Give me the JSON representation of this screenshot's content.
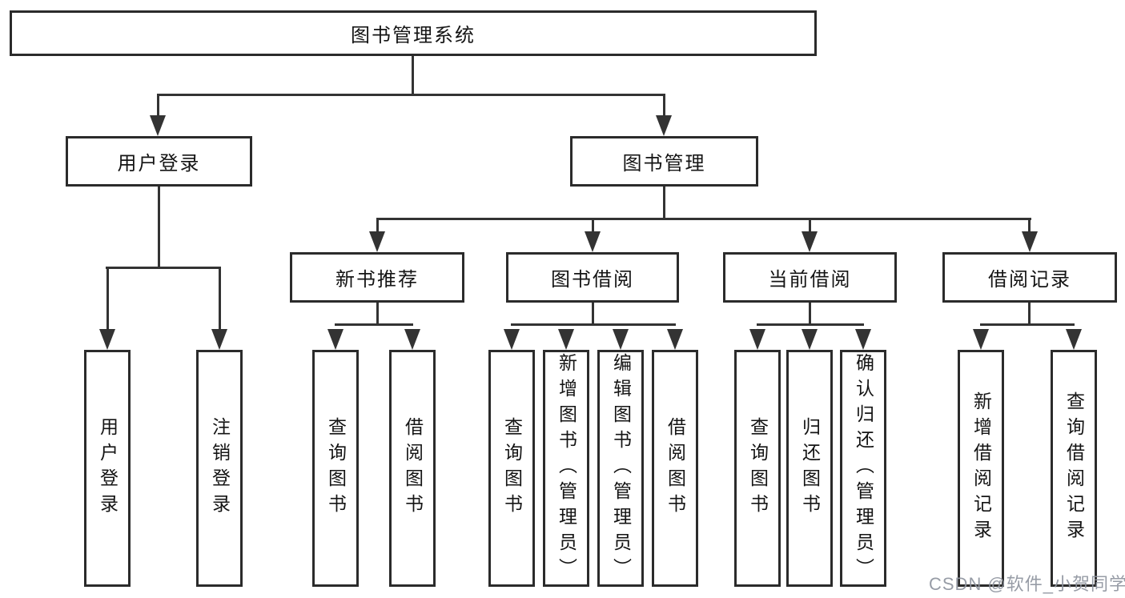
{
  "colors": {
    "background": "#ffffff",
    "line": "#333333",
    "box_border": "#2b2b2b",
    "text": "#141414",
    "watermark": "#8e949e"
  },
  "tree": {
    "root": {
      "label": "图书管理系统"
    },
    "branches": [
      {
        "label": "用户登录",
        "children": [
          {
            "label": "用户登录"
          },
          {
            "label": "注销登录"
          }
        ]
      },
      {
        "label": "图书管理",
        "children": [
          {
            "label": "新书推荐",
            "children": [
              {
                "label": "查询图书"
              },
              {
                "label": "借阅图书"
              }
            ]
          },
          {
            "label": "图书借阅",
            "children": [
              {
                "label": "查询图书"
              },
              {
                "label": "新增图书（管理员）"
              },
              {
                "label": "编辑图书（管理员）"
              },
              {
                "label": "借阅图书"
              }
            ]
          },
          {
            "label": "当前借阅",
            "children": [
              {
                "label": "查询图书"
              },
              {
                "label": "归还图书"
              },
              {
                "label": "确认归还（管理员）"
              }
            ]
          },
          {
            "label": "借阅记录",
            "children": [
              {
                "label": "新增借阅记录"
              },
              {
                "label": "查询借阅记录"
              }
            ]
          }
        ]
      }
    ]
  },
  "watermark": {
    "text": "CSDN @软件_小贺同学"
  }
}
